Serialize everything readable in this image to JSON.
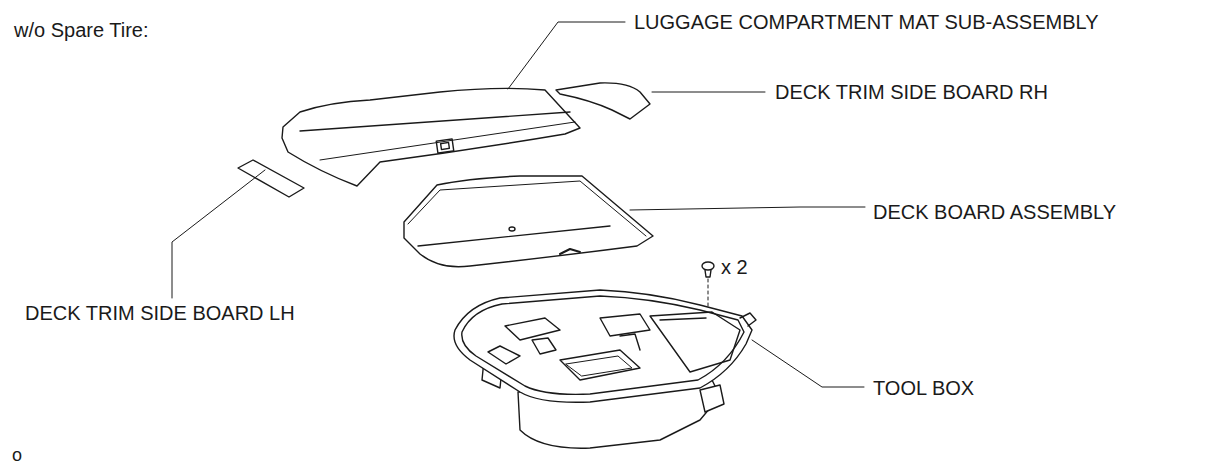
{
  "diagram": {
    "title": "w/o Spare Tire:",
    "labels": [
      "LUGGAGE COMPARTMENT MAT SUB-ASSEMBLY",
      "DECK TRIM SIDE BOARD RH",
      "DECK BOARD ASSEMBLY",
      "x 2",
      "DECK TRIM SIDE BOARD LH",
      "TOOL BOX",
      "o"
    ]
  }
}
